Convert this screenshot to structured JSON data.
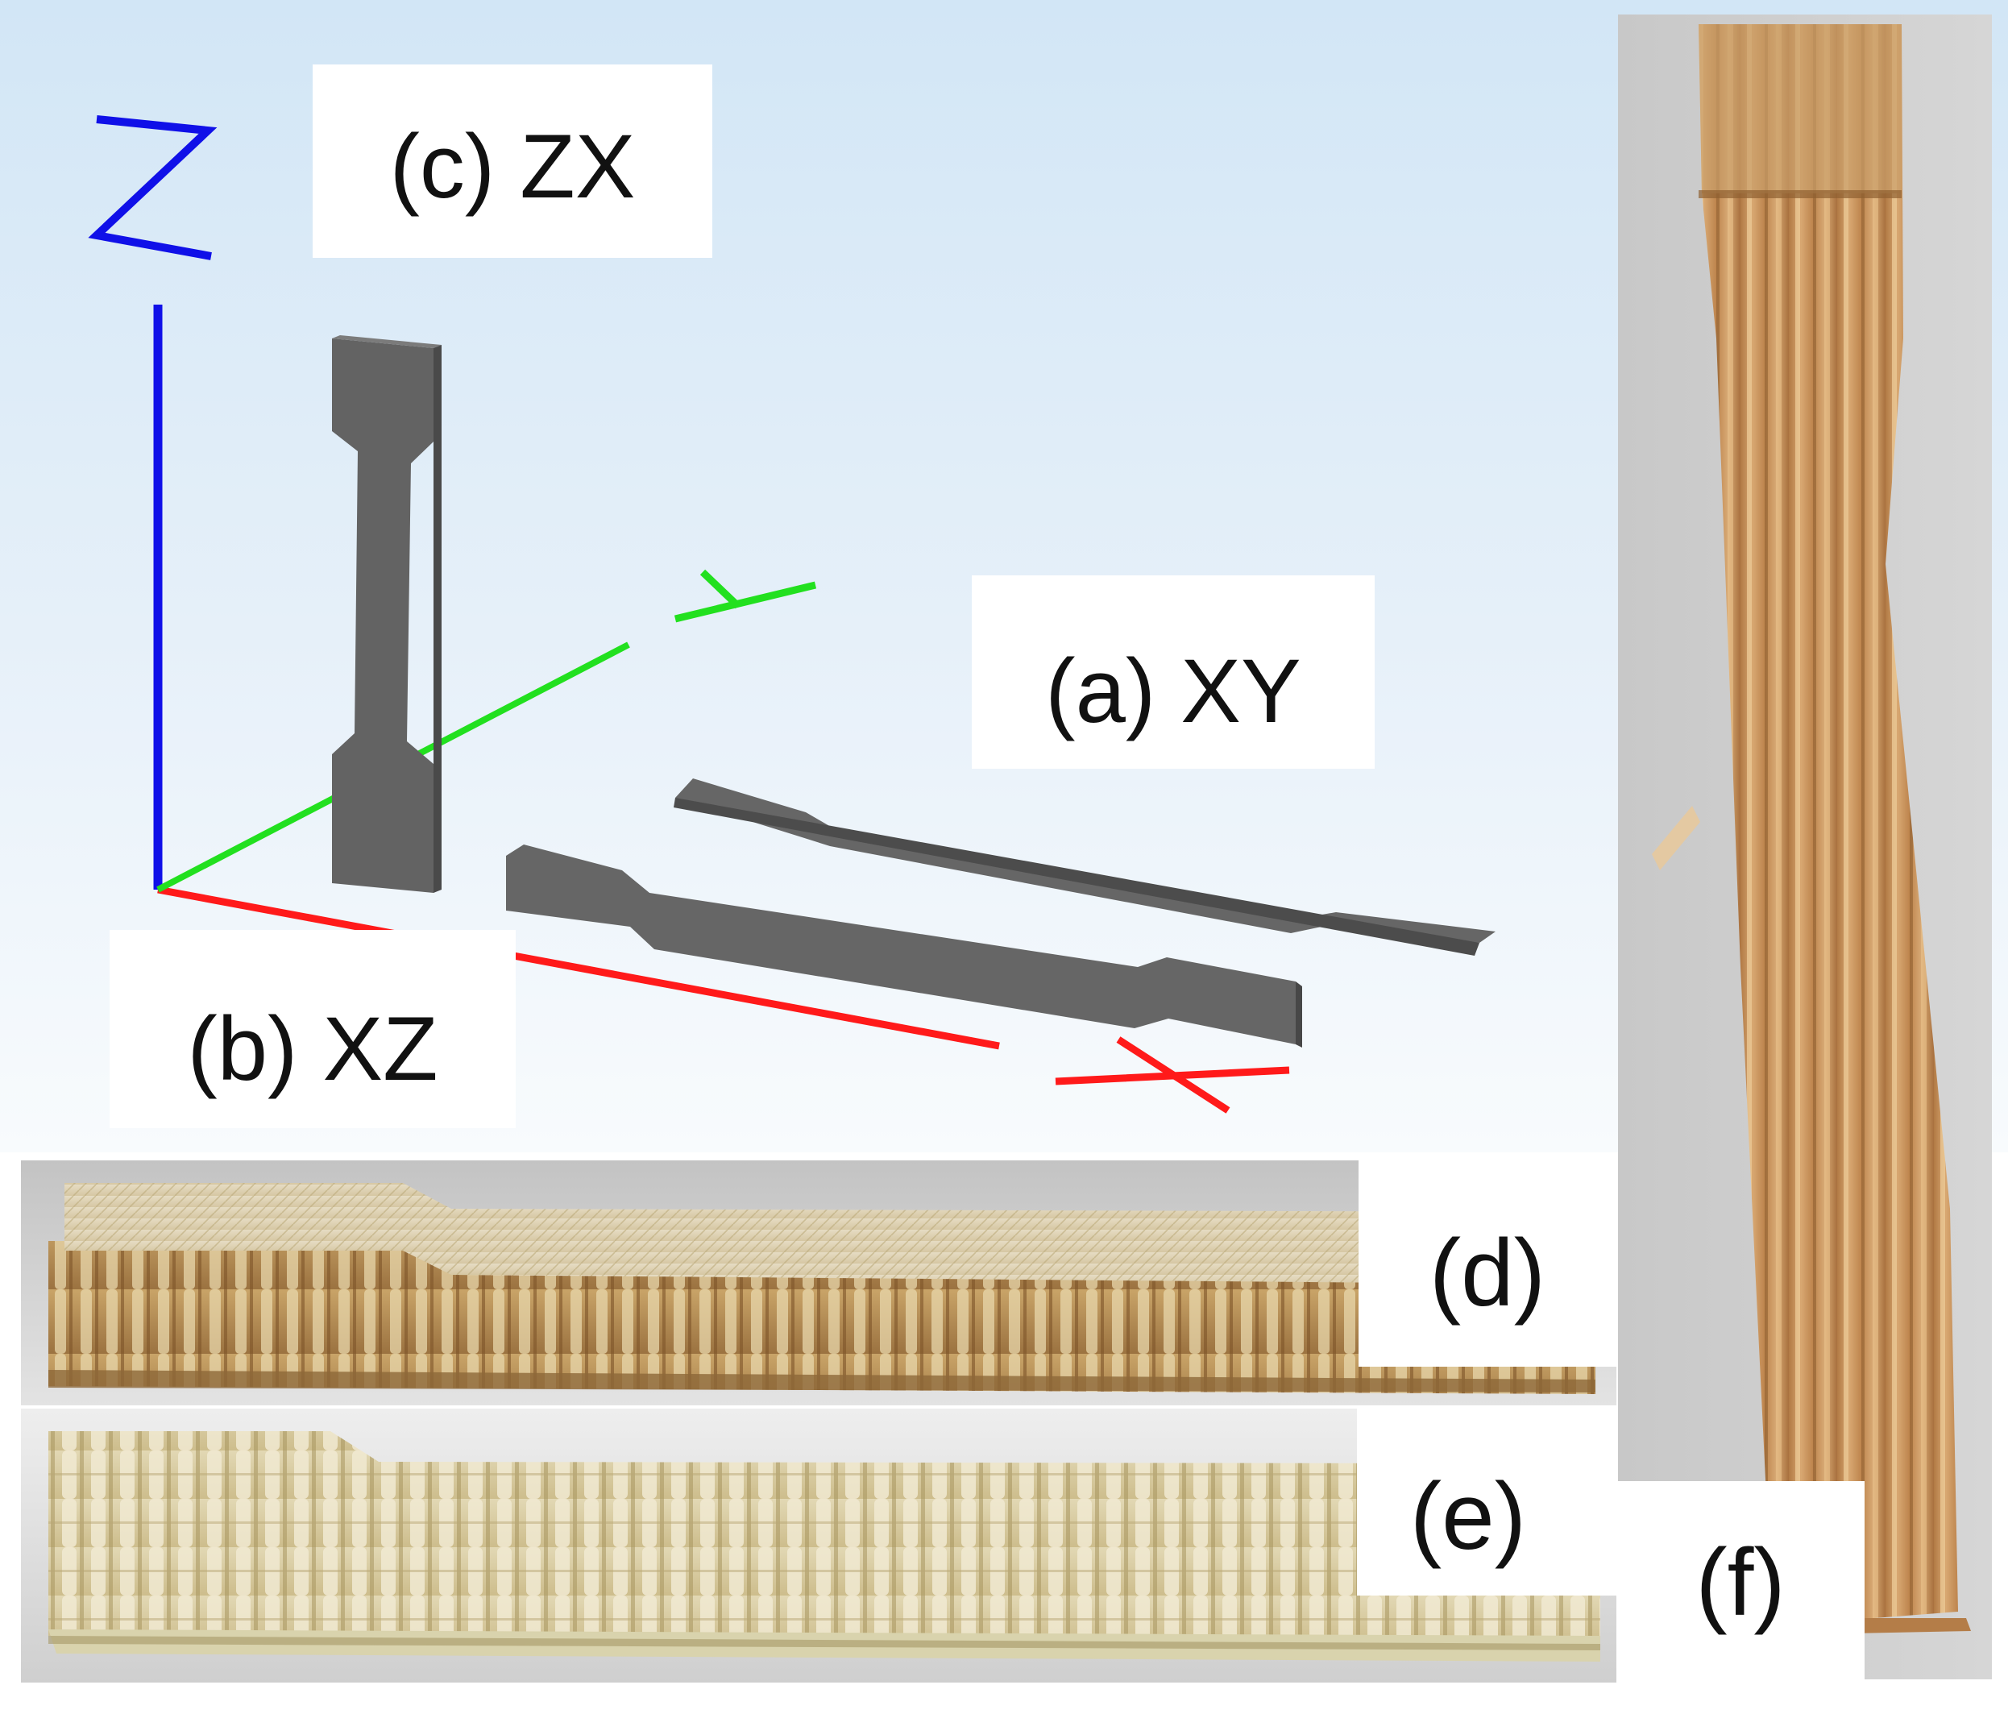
{
  "axes": {
    "x": "X",
    "y": "Y",
    "z": "Z"
  },
  "labels": {
    "a": "(a) XY",
    "b": "(b) XZ",
    "c": "(c) ZX",
    "d": "(d)",
    "e": "(e)",
    "f": "(f)"
  },
  "colors": {
    "x_axis": "#ff1a1a",
    "y_axis": "#22e01f",
    "z_axis": "#1010e8",
    "specimen_cad": "#636363",
    "filament_light": "#d8c8a0",
    "filament_dark": "#a4703f",
    "sky_top": "#d4e7f6",
    "sky_bottom": "#f7fafd"
  }
}
